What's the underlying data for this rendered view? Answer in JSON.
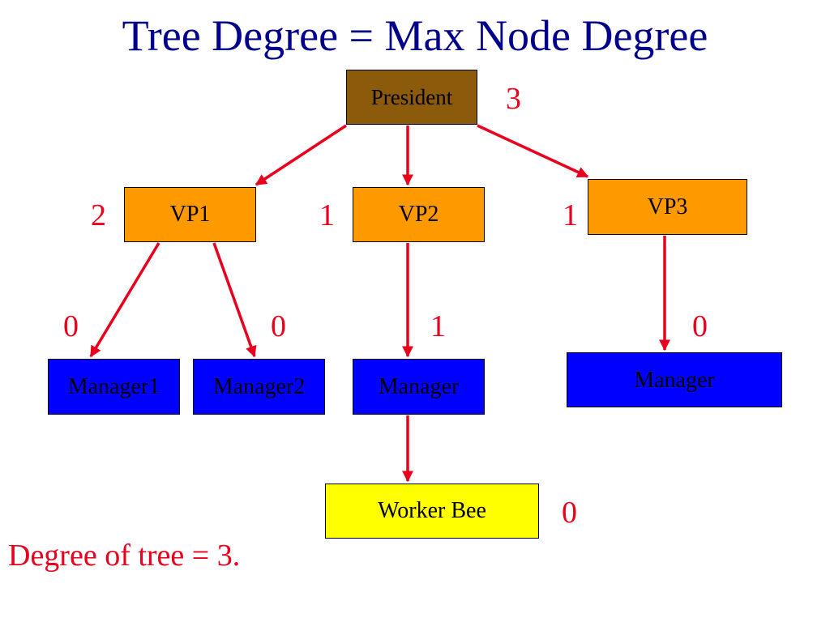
{
  "title": "Tree Degree = Max Node Degree",
  "summary": "Degree of tree = 3.",
  "colors": {
    "title": "#00008B",
    "edge": "#E8001C",
    "degree_label": "#E8001C",
    "president_fill": "#8B5A0B",
    "vp_fill": "#FF9900",
    "manager_fill": "#0000FF",
    "worker_fill": "#FFFF00"
  },
  "nodes": {
    "president": {
      "label": "President",
      "degree": "3"
    },
    "vp1": {
      "label": "VP1",
      "degree": "2"
    },
    "vp2": {
      "label": "VP2",
      "degree": "1"
    },
    "vp3": {
      "label": "VP3",
      "degree": "1"
    },
    "manager1": {
      "label": "Manager1",
      "degree": "0"
    },
    "manager2": {
      "label": "Manager2",
      "degree": "0"
    },
    "manager": {
      "label": "Manager",
      "degree": "1"
    },
    "manager_vp3": {
      "label": "Manager",
      "degree": "0"
    },
    "worker": {
      "label": "Worker Bee",
      "degree": "0"
    }
  },
  "edges": [
    {
      "from": "president",
      "to": "vp1"
    },
    {
      "from": "president",
      "to": "vp2"
    },
    {
      "from": "president",
      "to": "vp3"
    },
    {
      "from": "vp1",
      "to": "manager1"
    },
    {
      "from": "vp1",
      "to": "manager2"
    },
    {
      "from": "vp2",
      "to": "manager"
    },
    {
      "from": "vp3",
      "to": "manager_vp3"
    },
    {
      "from": "manager",
      "to": "worker"
    }
  ]
}
